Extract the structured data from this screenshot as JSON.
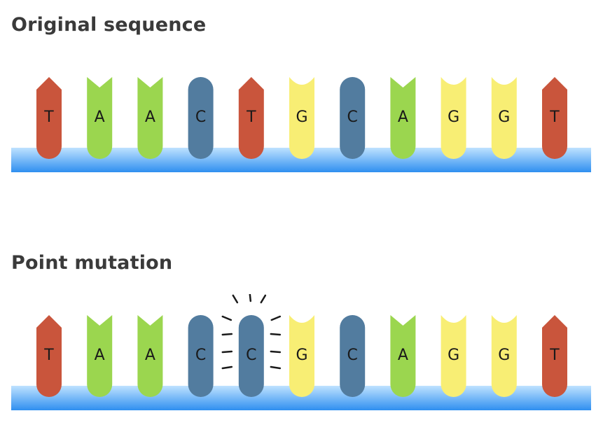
{
  "titles": {
    "original": "Original sequence",
    "mutation": "Point mutation"
  },
  "base_colors": {
    "T": "#c9553c",
    "A": "#9bd64f",
    "C": "#527c9f",
    "G": "#f8ee74"
  },
  "base_shapes": {
    "T": "arrow",
    "A": "notch",
    "C": "pill",
    "G": "cup"
  },
  "backbone_gradient": [
    "#bfe2ff",
    "#2f8ff0"
  ],
  "burst_color": "#1a1a1a",
  "strands": [
    {
      "name": "original",
      "bases": [
        "T",
        "A",
        "A",
        "C",
        "T",
        "G",
        "C",
        "A",
        "G",
        "G",
        "T"
      ]
    },
    {
      "name": "mutation",
      "bases": [
        "T",
        "A",
        "A",
        "C",
        "C",
        "G",
        "C",
        "A",
        "G",
        "G",
        "T"
      ],
      "mutated_index": 4
    }
  ]
}
